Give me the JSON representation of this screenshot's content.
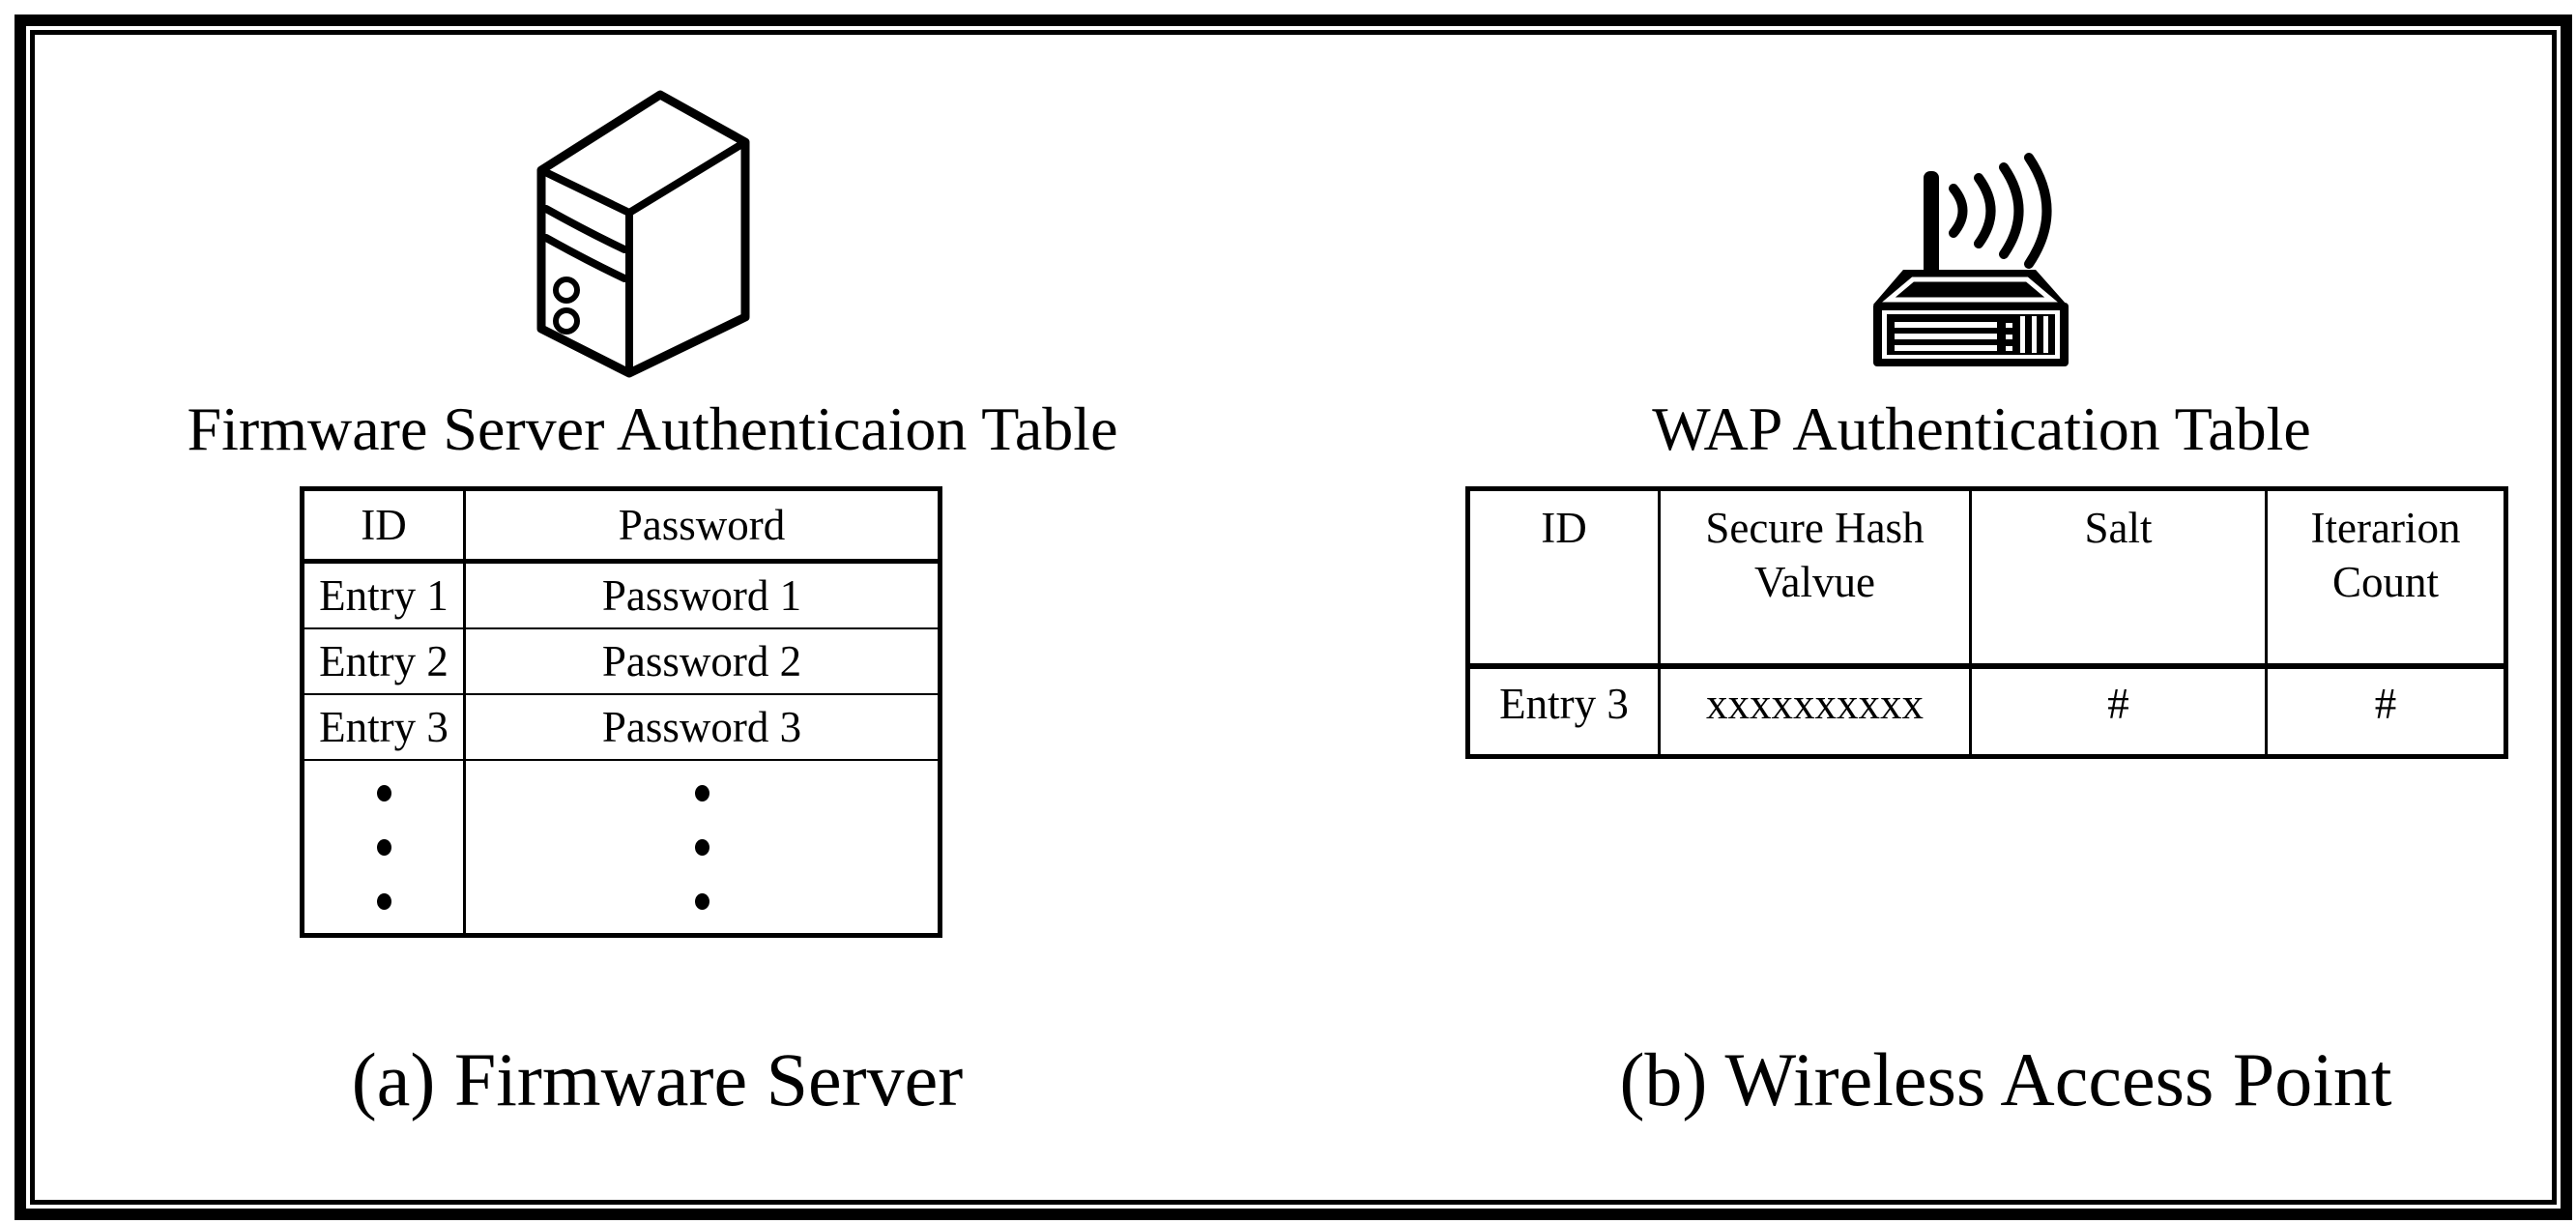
{
  "figure": {
    "left": {
      "title": "Firmware Server Authenticaion Table",
      "caption": "(a) Firmware Server",
      "icon": "server-tower-icon",
      "table": {
        "headers": [
          "ID",
          "Password"
        ],
        "rows": [
          [
            "Entry 1",
            "Password 1"
          ],
          [
            "Entry 2",
            "Password 2"
          ],
          [
            "Entry 3",
            "Password 3"
          ]
        ],
        "ellipsis_icon": "vertical-ellipsis"
      }
    },
    "right": {
      "title": "WAP Authentication Table",
      "caption": "(b) Wireless Access Point",
      "icon": "wireless-access-point-icon",
      "table": {
        "headers": [
          "ID",
          "Secure Hash Valvue",
          "Salt",
          "Iterarion Count"
        ],
        "rows": [
          [
            "Entry 3",
            "xxxxxxxxxx",
            "#",
            "#"
          ]
        ]
      }
    },
    "colors": {
      "ink": "#000000",
      "background": "#ffffff"
    }
  }
}
